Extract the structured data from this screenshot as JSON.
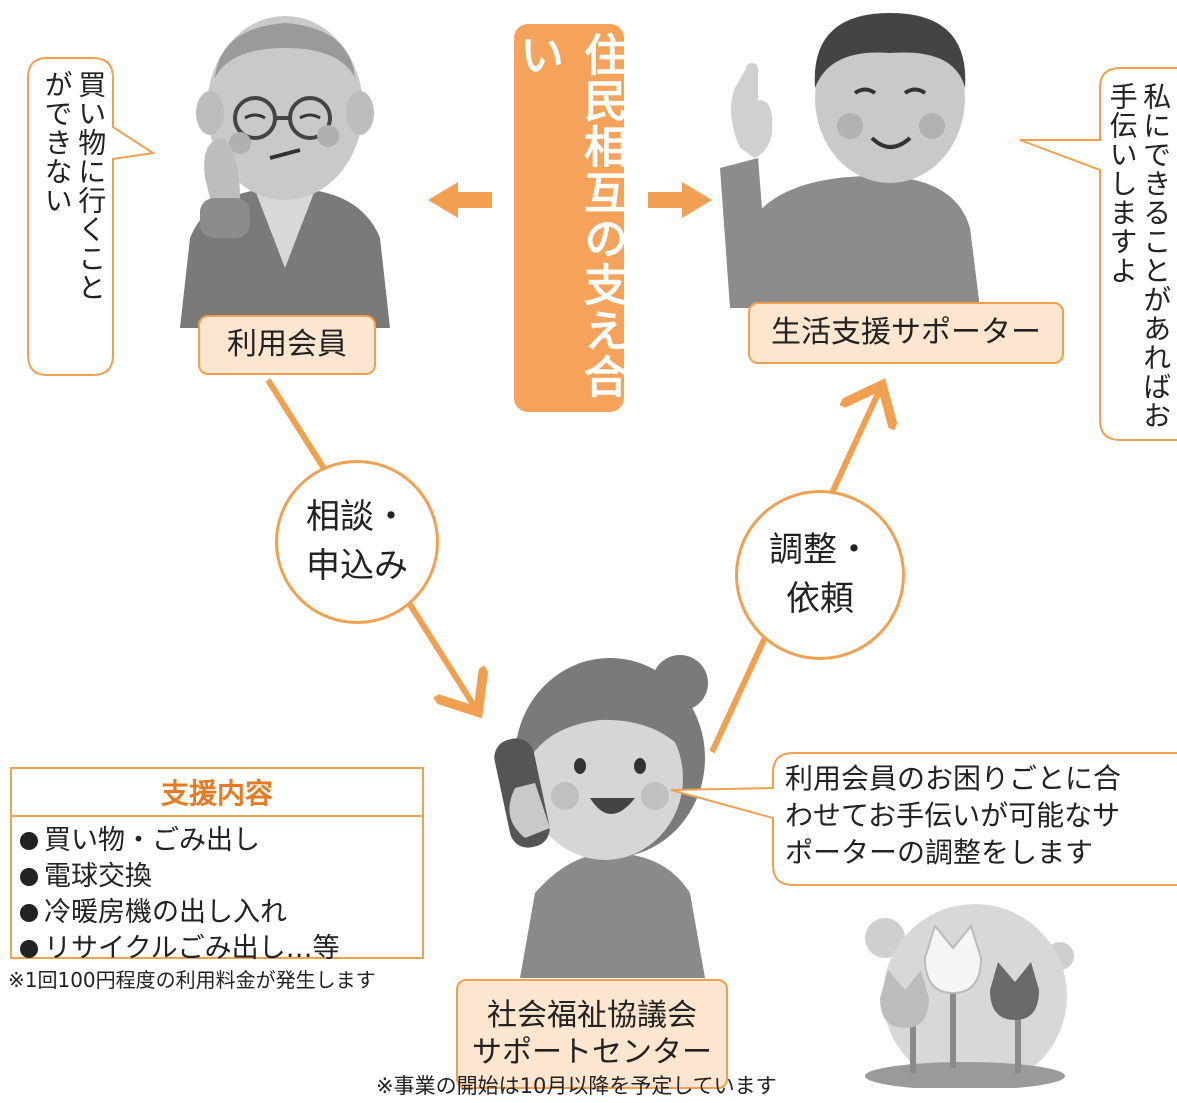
{
  "title": "住民相互の支え合い",
  "user": {
    "role_label": "利用会員",
    "speech": "買い物に行くことができない"
  },
  "supporter": {
    "role_label": "生活支援サポーター",
    "speech": "私にできることがあればお手伝いしますよ"
  },
  "center": {
    "label_line1": "社会福祉協議会",
    "label_line2": "サポートセンター",
    "speech_line1": "利用会員のお困りごとに合",
    "speech_line2": "わせてお手伝いが可能なサ",
    "speech_line3": "ポーターの調整をします"
  },
  "flows": {
    "consult_line1": "相談・",
    "consult_line2": "申込み",
    "adjust_line1": "調整・",
    "adjust_line2": "依頼"
  },
  "support": {
    "heading": "支援内容",
    "items": [
      "買い物・ごみ出し",
      "電球交換",
      "冷暖房機の出し入れ",
      "リサイクルごみ出し…等"
    ],
    "fee_note": "※1回100円程度の利用料金が発生します"
  },
  "footer_note": "※事業の開始は10月以降を予定しています",
  "colors": {
    "accent": "#f0a050",
    "title_band": "#f5a35a",
    "label_fill": "#fde6cf",
    "heading_text": "#e67a22"
  }
}
